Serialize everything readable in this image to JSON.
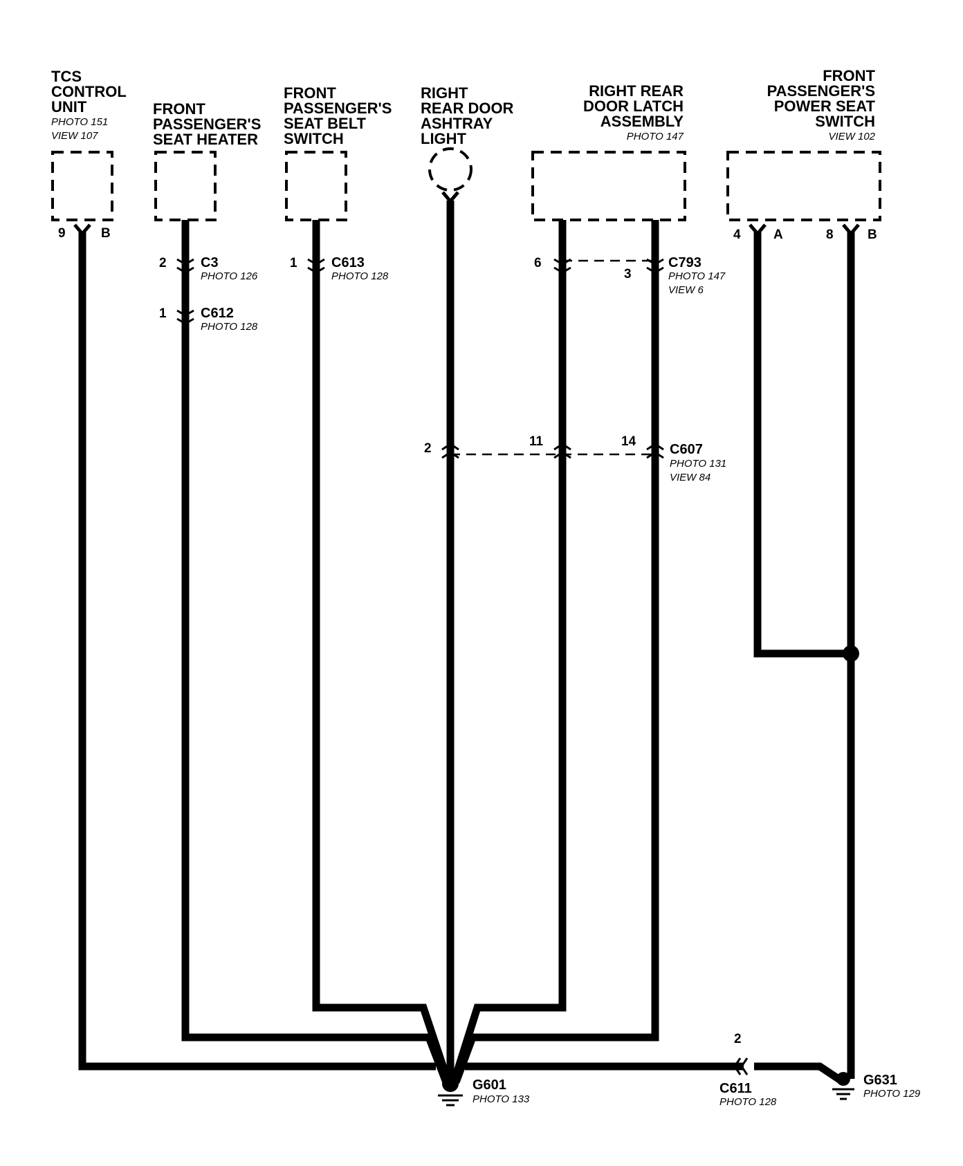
{
  "components": {
    "tcs": {
      "name_lines": [
        "TCS",
        "CONTROL",
        "UNIT"
      ],
      "photo": "PHOTO 151",
      "view": "VIEW 107",
      "pin_num": "9",
      "pin_letter": "B"
    },
    "seat_heater": {
      "name_lines": [
        "FRONT",
        "PASSENGER'S",
        "SEAT HEATER"
      ]
    },
    "seat_belt": {
      "name_lines": [
        "FRONT",
        "PASSENGER'S",
        "SEAT BELT",
        "SWITCH"
      ]
    },
    "ashtray": {
      "name_lines": [
        "RIGHT",
        "REAR DOOR",
        "ASHTRAY",
        "LIGHT"
      ]
    },
    "door_latch": {
      "name_lines": [
        "RIGHT REAR",
        "DOOR LATCH",
        "ASSEMBLY"
      ],
      "photo": "PHOTO 147"
    },
    "power_seat": {
      "name_lines": [
        "FRONT",
        "PASSENGER'S",
        "POWER SEAT",
        "SWITCH"
      ],
      "view": "VIEW 102",
      "pin1_num": "4",
      "pin1_letter": "A",
      "pin2_num": "8",
      "pin2_letter": "B"
    }
  },
  "connectors": {
    "c3": {
      "name": "C3",
      "photo": "PHOTO 126",
      "pin": "2"
    },
    "c612": {
      "name": "C612",
      "photo": "PHOTO 128",
      "pin": "1"
    },
    "c613": {
      "name": "C613",
      "photo": "PHOTO 128",
      "pin": "1"
    },
    "c793": {
      "name": "C793",
      "photo": "PHOTO 147",
      "view": "VIEW 6",
      "pin_a": "6",
      "pin_b": "3"
    },
    "c607": {
      "name": "C607",
      "photo": "PHOTO 131",
      "view": "VIEW 84",
      "pin_a": "2",
      "pin_b": "11",
      "pin_c": "14"
    },
    "c611": {
      "name": "C611",
      "photo": "PHOTO 128",
      "pin": "2"
    }
  },
  "grounds": {
    "g601": {
      "name": "G601",
      "photo": "PHOTO 133"
    },
    "g631": {
      "name": "G631",
      "photo": "PHOTO 129"
    }
  }
}
